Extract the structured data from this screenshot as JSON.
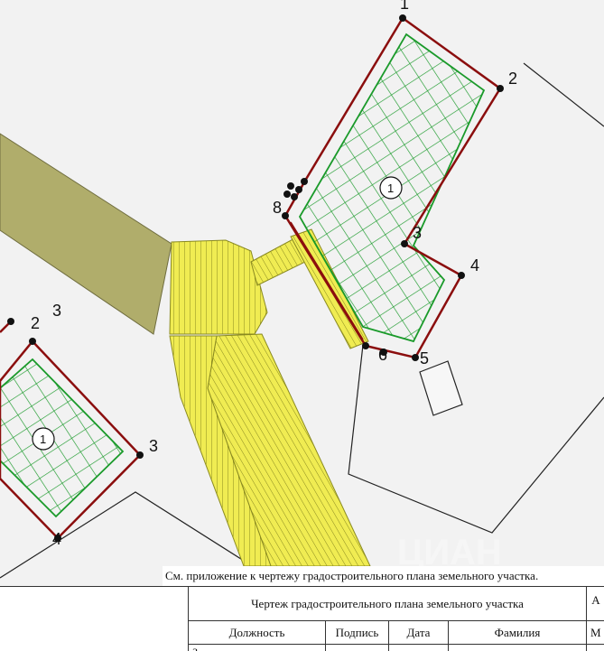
{
  "map": {
    "parcel_points_right": [
      "1",
      "2",
      "3",
      "4",
      "5",
      "6",
      "8"
    ],
    "parcel_points_left": [
      "2",
      "3",
      "3",
      "4"
    ],
    "zone_labels": [
      "1",
      "1"
    ],
    "colors": {
      "parcel_border": "#8b0e0e",
      "zone_grid": "#1a9a2a",
      "road_yellow": "#f0ec52",
      "road_olive": "#b0ad6b",
      "background": "#f2f2f2"
    }
  },
  "note": "См. приложение к чертежу градостроительного плана земельного участка.",
  "title_block": {
    "title": "Чертеж градостроительного плана земельного участка",
    "corner_a": "А",
    "headers": [
      "Должность",
      "Подпись",
      "Дата",
      "Фамилия",
      "М"
    ],
    "first_row_cell": "З"
  },
  "watermark": "ЦИАН"
}
